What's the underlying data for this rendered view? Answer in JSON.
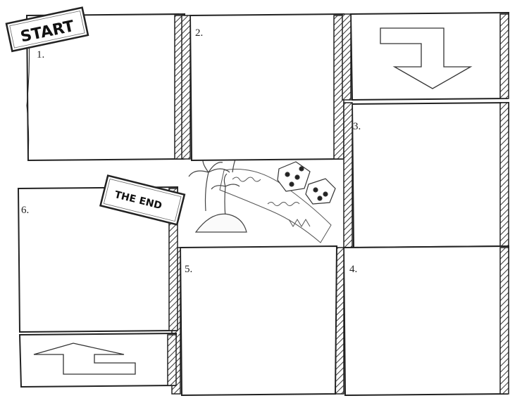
{
  "signs": {
    "start": "START",
    "end": "THE END"
  },
  "panels": [
    {
      "number": "1."
    },
    {
      "number": "2."
    },
    {
      "number": "3."
    },
    {
      "number": "4."
    },
    {
      "number": "5."
    },
    {
      "number": "6."
    }
  ],
  "decoration": {
    "dice_icon": "dice-icon",
    "palm_icon": "palm-tree-icon",
    "map_icon": "treasure-map-icon",
    "arrow_down_icon": "arrow-down-icon",
    "arrow_up_icon": "arrow-up-icon"
  }
}
